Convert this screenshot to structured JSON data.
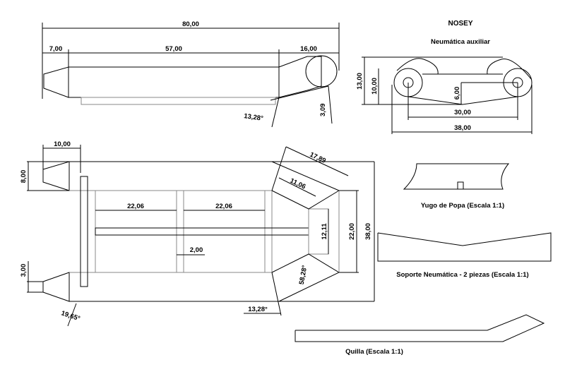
{
  "title": "NOSEY",
  "subtitle": "Neumática auxiliar",
  "top_view": {
    "overall": "80,00",
    "nose": "7,00",
    "body": "57,00",
    "tail": "16,00",
    "angle": "13,28°",
    "offset": "3,09"
  },
  "side_view": {
    "h_outer": "13,00",
    "h_inner": "10,00",
    "drop": "6,00",
    "centers": "30,00",
    "overall": "38,00"
  },
  "plan_view": {
    "nose_len": "10,00",
    "nose_w": "8,00",
    "tip_w": "3,00",
    "nose_angle": "19,65°",
    "bay1": "22,06",
    "bay2": "22,06",
    "rib": "2,00",
    "diag_outer": "17,89",
    "diag_inner": "11,06",
    "transom": "12,11",
    "stern_w": "22,00",
    "beam": "38,00",
    "stern_angle": "58,28°",
    "bottom_angle": "13,28°"
  },
  "parts": [
    {
      "label": "Yugo de Popa (Escala 1:1)"
    },
    {
      "label": "Soporte Neumática - 2 piezas (Escala 1:1)"
    },
    {
      "label": "Quilla (Escala 1:1)"
    }
  ]
}
